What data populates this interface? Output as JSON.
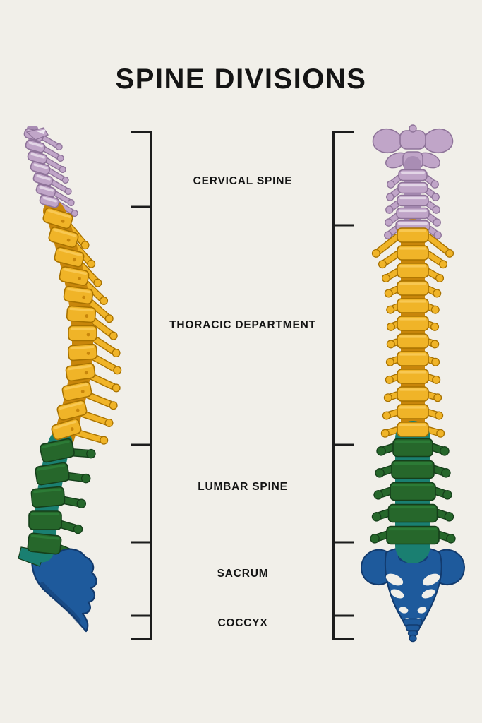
{
  "title": "SPINE DIVISIONS",
  "sections": [
    {
      "id": "cervical",
      "label": "CERVICAL SPINE",
      "color": "#C0A5C8"
    },
    {
      "id": "thoracic",
      "label": "THORACIC DEPARTMENT",
      "color": "#F0B428"
    },
    {
      "id": "lumbar",
      "label": "LUMBAR SPINE",
      "color": "#26672B"
    },
    {
      "id": "sacrum",
      "label": "SACRUM",
      "color": "#1E5A9C"
    },
    {
      "id": "coccyx",
      "label": "COCCYX",
      "color": "#1E5A9C"
    }
  ],
  "illustrations": {
    "left": "spine-lateral-view-illustration",
    "right": "spine-posterior-view-illustration"
  },
  "colors": {
    "background": "#F1EFE9",
    "text": "#141414",
    "bracket": "#1C1C1C",
    "cervical": "#C0A5C8",
    "cervical_light": "#E6DAE9",
    "cervical_dark": "#8E7399",
    "cervical_shadow": "#A98DB4",
    "thoracic": "#F0B428",
    "thoracic_light": "#F8CA57",
    "thoracic_dark": "#C8860B",
    "thoracic_outline": "#A87200",
    "lumbar": "#26672B",
    "lumbar_light": "#2E7D37",
    "lumbar_dark": "#153F1A",
    "disc_teal": "#1A7F71",
    "sacrum_blue": "#1E5A9C",
    "sacrum_navy": "#123A6D"
  }
}
